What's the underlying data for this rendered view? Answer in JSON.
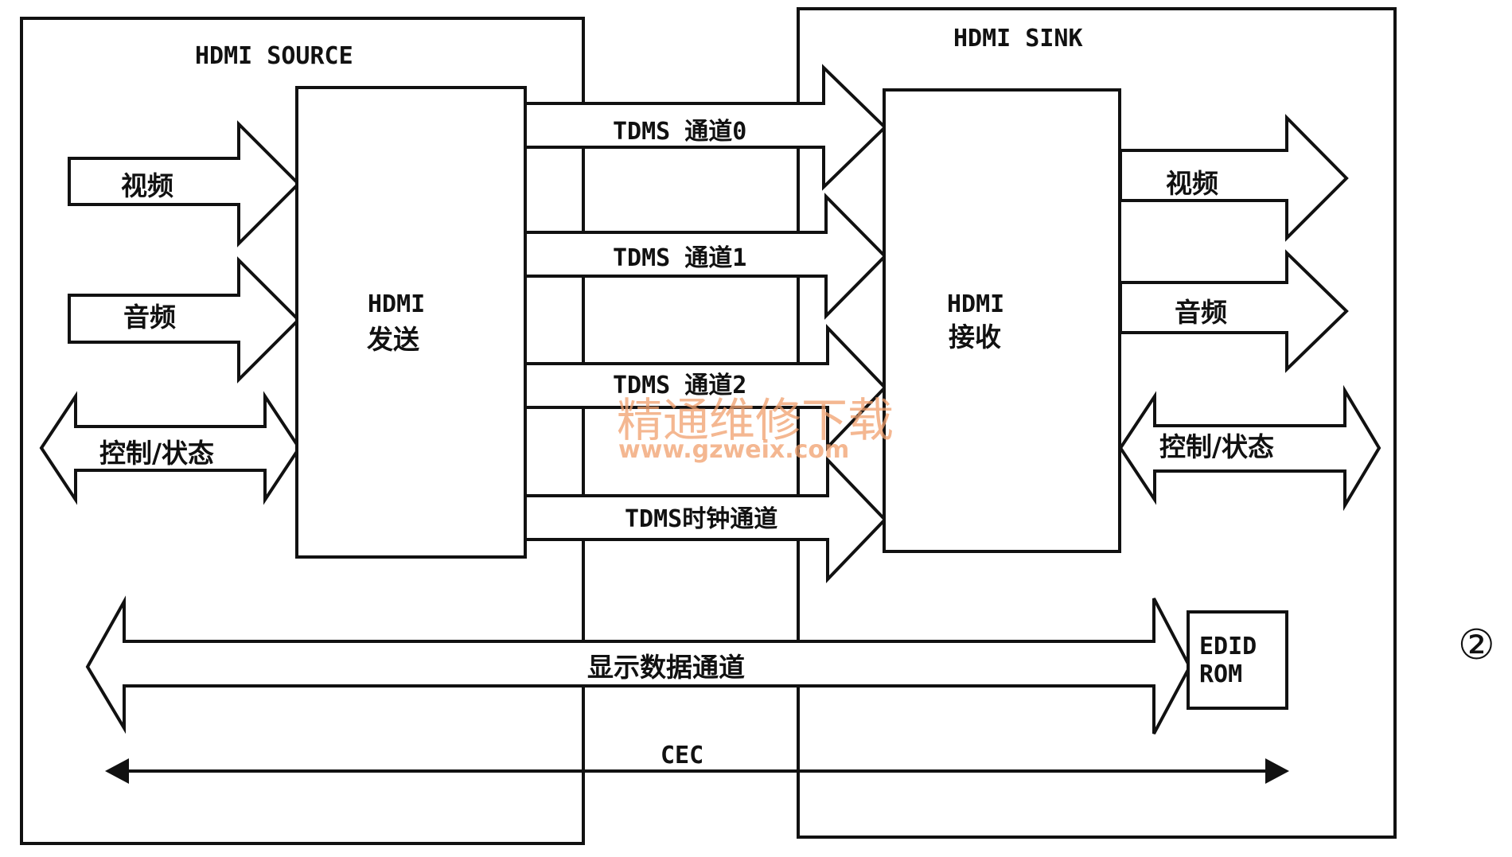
{
  "source": {
    "title": "HDMI  SOURCE",
    "transmitter_line1": "HDMI",
    "transmitter_line2": "发送",
    "input_video": "视频",
    "input_audio": "音频",
    "input_control": "控制/状态"
  },
  "sink": {
    "title": "HDMI  SINK",
    "receiver_line1": "HDMI",
    "receiver_line2": "接收",
    "output_video": "视频",
    "output_audio": "音频",
    "output_control": "控制/状态",
    "edid_line1": "EDID",
    "edid_line2": "ROM"
  },
  "channels": {
    "tdms0": "TDMS  通道0",
    "tdms1": "TDMS  通道1",
    "tdms2": "TDMS  通道2",
    "clock": "TDMS时钟通道",
    "ddc": "显示数据通道",
    "cec": "CEC"
  },
  "watermark": {
    "line1": "精通维修下载",
    "line2": "www.gzweix.com"
  },
  "figure_number": "②"
}
